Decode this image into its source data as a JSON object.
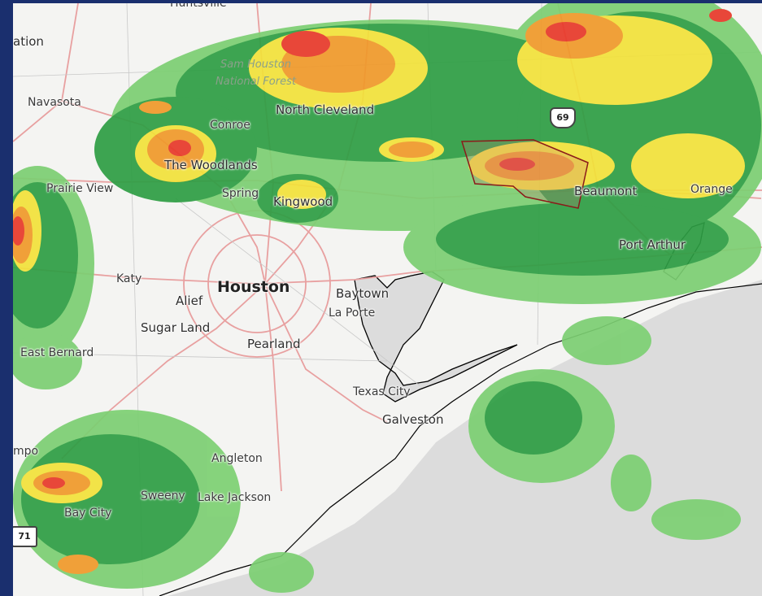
{
  "map": {
    "labels": {
      "huntsville": "Huntsville",
      "ation": "ation",
      "navasota": "Navasota",
      "sam_houston": "Sam Houston",
      "national_forest": "National Forest",
      "north_cleveland": "North Cleveland",
      "conroe": "Conroe",
      "the_woodlands": "The Woodlands",
      "prairie_view": "Prairie View",
      "spring": "Spring",
      "kingwood": "Kingwood",
      "beaumont": "Beaumont",
      "orange": "Orange",
      "port_arthur": "Port Arthur",
      "katy": "Katy",
      "houston": "Houston",
      "alief": "Alief",
      "baytown": "Baytown",
      "la_porte": "La Porte",
      "sugar_land": "Sugar Land",
      "pearland": "Pearland",
      "east_bernard": "East Bernard",
      "texas_city": "Texas City",
      "galveston": "Galveston",
      "mpo": "mpo",
      "angleton": "Angleton",
      "sweeny": "Sweeny",
      "lake_jackson": "Lake Jackson",
      "bay_city": "Bay City"
    },
    "shields": {
      "us69": "69",
      "sh71": "71"
    },
    "colors": {
      "land": "#f4f4f2",
      "water": "#dcdcdc",
      "highway": "#e8a0a0",
      "radar_light_green": "#7ccf72",
      "radar_green": "#2e9e44",
      "radar_dark_green": "#1f7a35",
      "radar_yellow": "#f2e23a",
      "radar_orange": "#f0992a",
      "radar_red": "#e8392a",
      "warning_polygon": "#8b1a1a"
    }
  }
}
